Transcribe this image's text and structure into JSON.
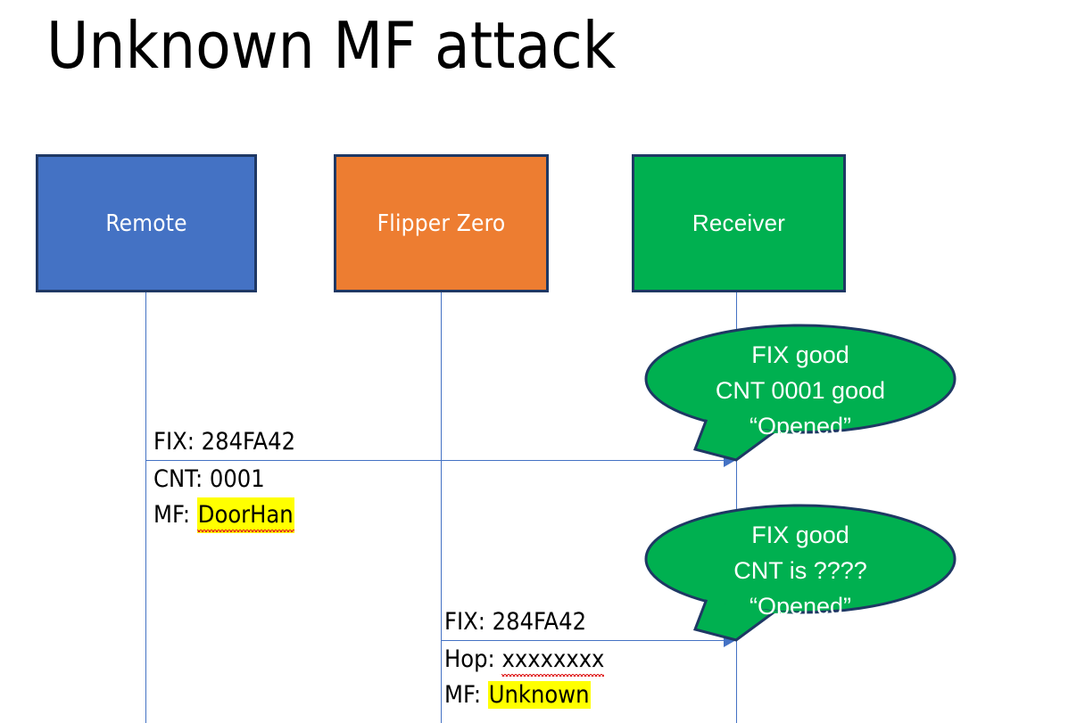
{
  "slide": {
    "title": "Unknown MF attack",
    "background_color": "#FFFFFF"
  },
  "colors": {
    "remote_fill": "#4472C4",
    "flipper_fill": "#ED7D31",
    "receiver_fill": "#00B050",
    "box_border": "#1F3864",
    "lifeline": "#4472C4",
    "highlight": "#FFFF00",
    "spellcheck_underline": "#E02020",
    "callout_fill": "#00B050",
    "callout_border": "#1F3864"
  },
  "actors": [
    {
      "id": "remote",
      "label": "Remote"
    },
    {
      "id": "flipper",
      "label": "Flipper Zero"
    },
    {
      "id": "receiver",
      "label": "Receiver"
    }
  ],
  "messages": [
    {
      "id": "message-1",
      "from": "remote",
      "to": "receiver",
      "line_1": "FIX: 284FA42",
      "line_2": "CNT: 0001",
      "line_3_prefix": "MF: ",
      "line_3_value": "DoorHan",
      "line_3_highlighted": true,
      "line_3_spellchecked": true
    },
    {
      "id": "message-2",
      "from": "flipper",
      "to": "receiver",
      "line_1": "FIX: 284FA42",
      "line_2_prefix": "Hop: ",
      "line_2_value": "xxxxxxxx",
      "line_2_spellchecked": true,
      "line_3_prefix": "MF: ",
      "line_3_value": "Unknown",
      "line_3_highlighted": true,
      "line_3_spellchecked": false
    }
  ],
  "callouts": [
    {
      "id": "callout-1",
      "line_1": "FIX good",
      "line_2": "CNT 0001 good",
      "line_3": "“Opened”"
    },
    {
      "id": "callout-2",
      "line_1": "FIX good",
      "line_2": "CNT is ????",
      "line_3": "“Opened”"
    }
  ]
}
